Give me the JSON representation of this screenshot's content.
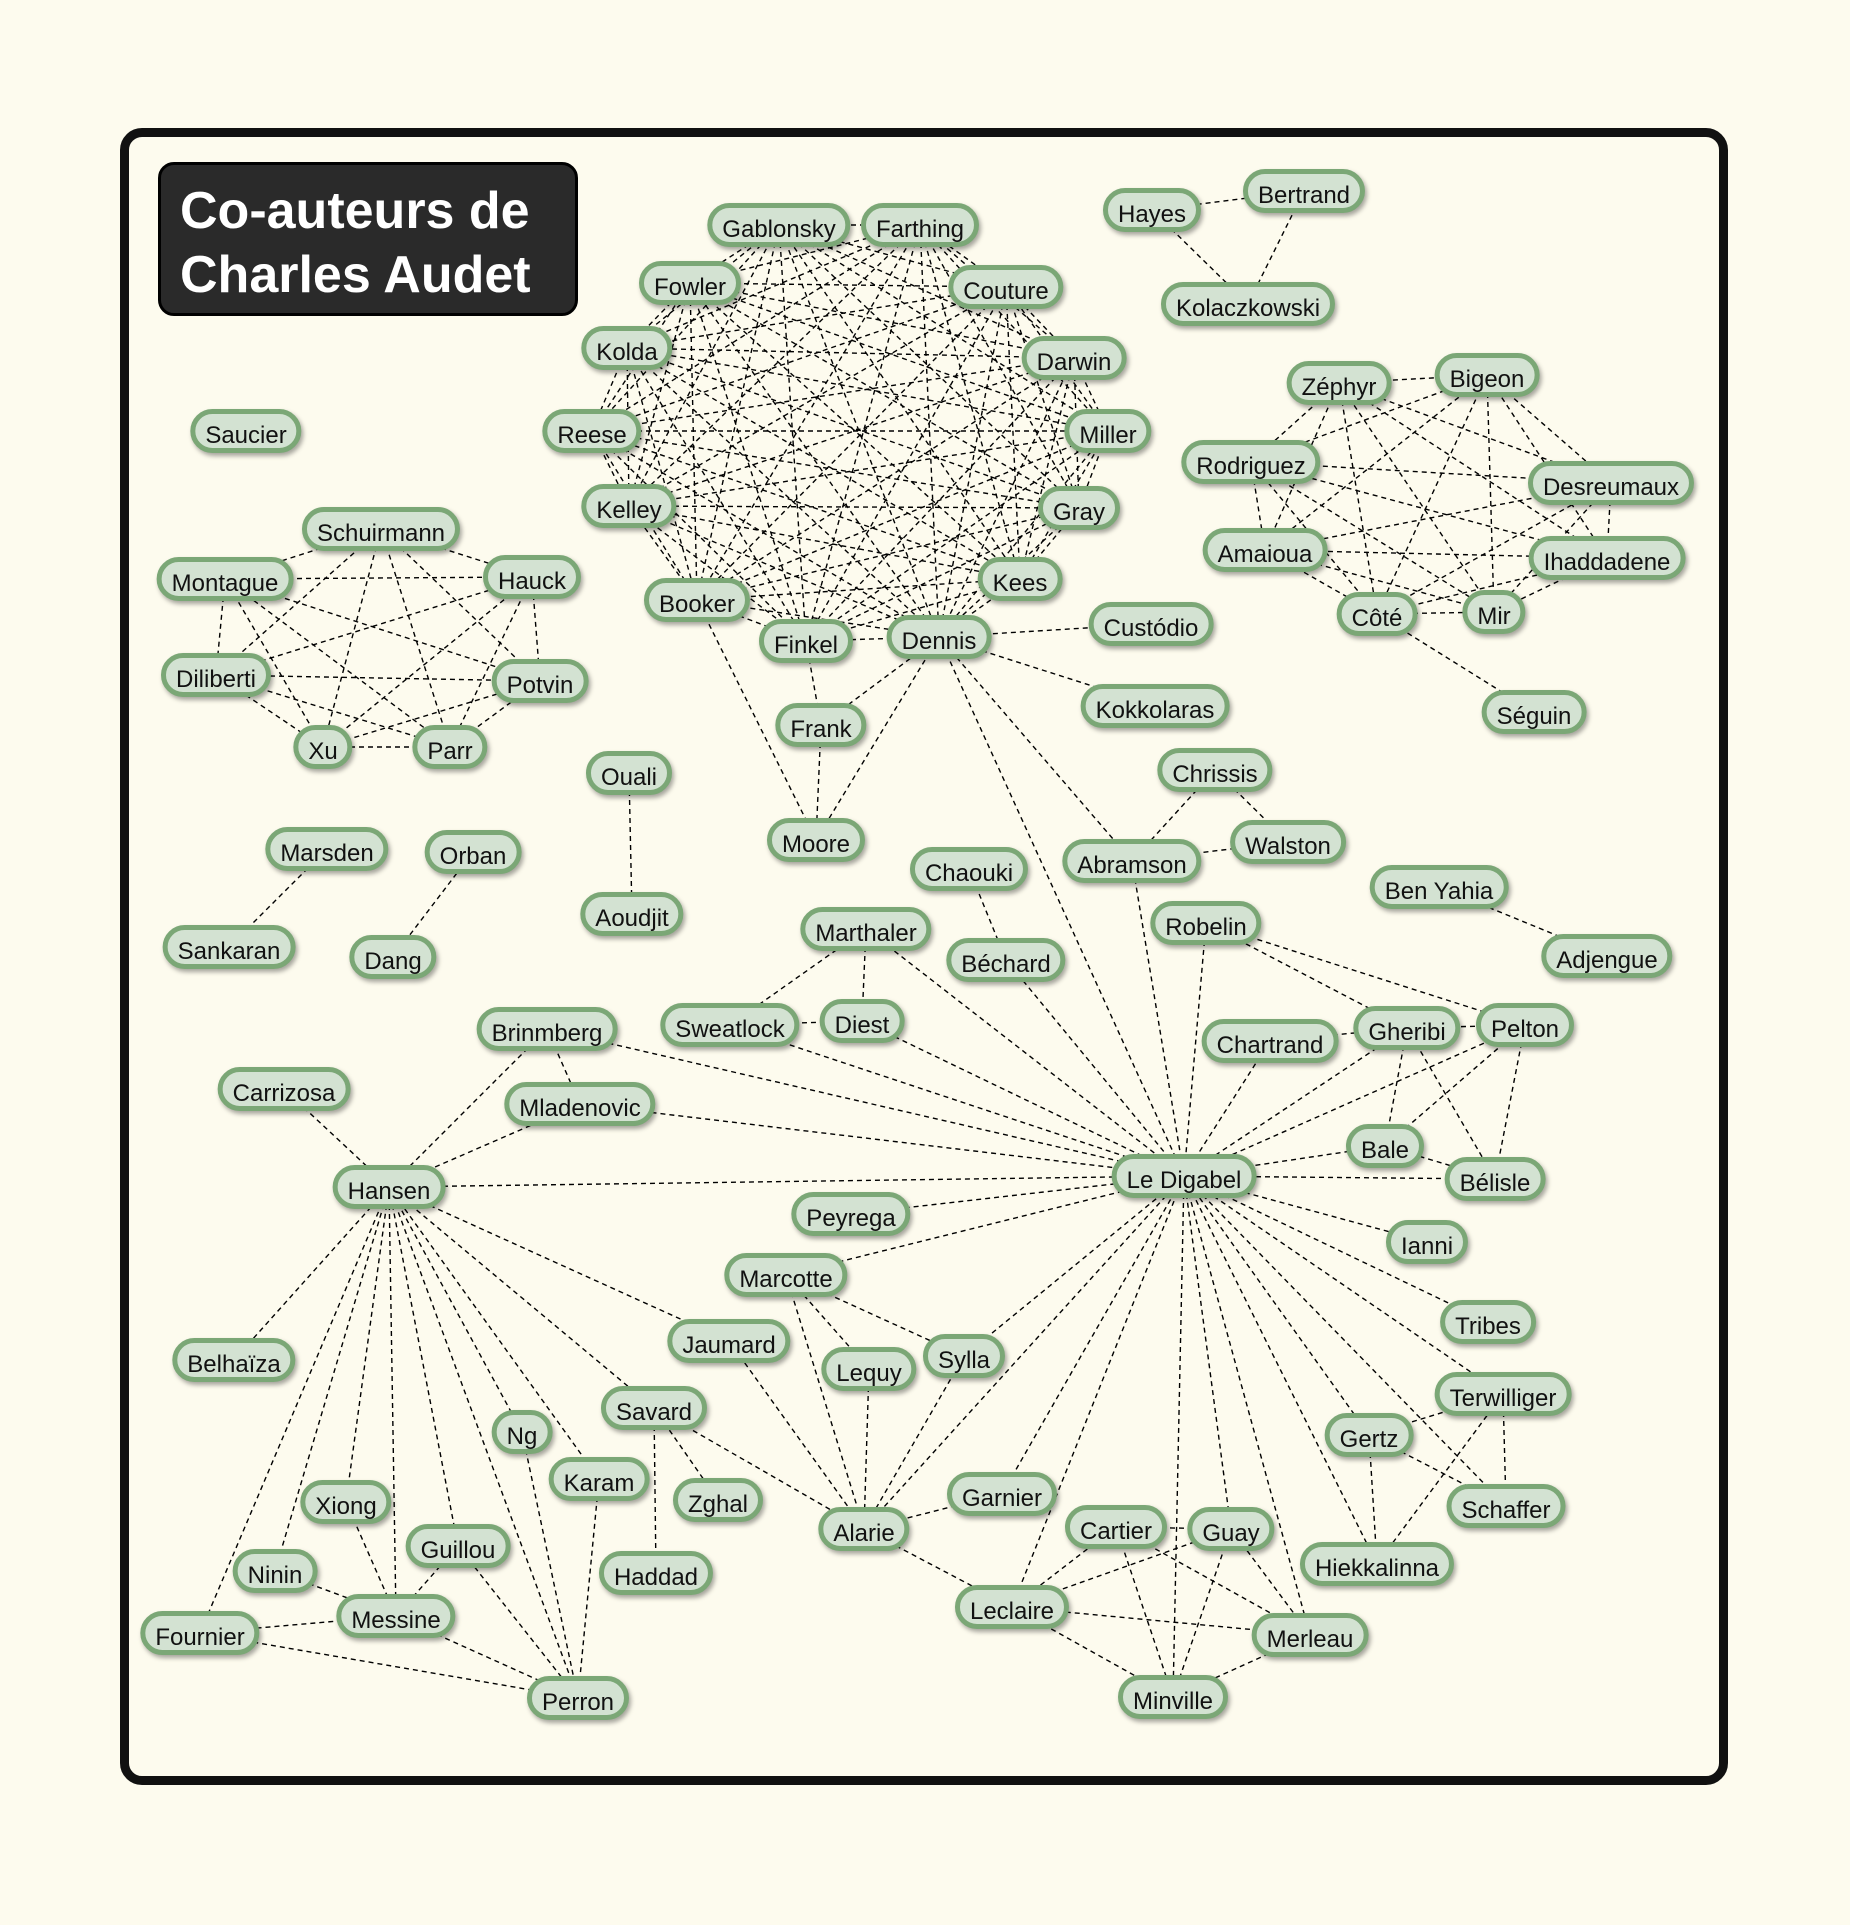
{
  "title": {
    "line1": "Co-auteurs de",
    "line2": "Charles Audet"
  },
  "colors": {
    "background": "#fdfbee",
    "node_fill": "#d3e2d2",
    "node_border": "#7ba776",
    "title_fill": "#2a2a2a",
    "edge": "#000000"
  },
  "nodes": [
    {
      "id": "gablonsky",
      "label": "Gablonsky"
    },
    {
      "id": "farthing",
      "label": "Farthing"
    },
    {
      "id": "fowler",
      "label": "Fowler"
    },
    {
      "id": "couture",
      "label": "Couture"
    },
    {
      "id": "kolda",
      "label": "Kolda"
    },
    {
      "id": "darwin",
      "label": "Darwin"
    },
    {
      "id": "reese",
      "label": "Reese"
    },
    {
      "id": "miller",
      "label": "Miller"
    },
    {
      "id": "kelley",
      "label": "Kelley"
    },
    {
      "id": "gray",
      "label": "Gray"
    },
    {
      "id": "booker",
      "label": "Booker"
    },
    {
      "id": "kees",
      "label": "Kees"
    },
    {
      "id": "finkel",
      "label": "Finkel"
    },
    {
      "id": "dennis",
      "label": "Dennis"
    },
    {
      "id": "custodio",
      "label": "Custódio"
    },
    {
      "id": "kokkolaras",
      "label": "Kokkolaras"
    },
    {
      "id": "frank",
      "label": "Frank"
    },
    {
      "id": "moore",
      "label": "Moore"
    },
    {
      "id": "hayes",
      "label": "Hayes"
    },
    {
      "id": "bertrand",
      "label": "Bertrand"
    },
    {
      "id": "kolaczkowski",
      "label": "Kolaczkowski"
    },
    {
      "id": "zephyr",
      "label": "Zéphyr"
    },
    {
      "id": "bigeon",
      "label": "Bigeon"
    },
    {
      "id": "rodriguez",
      "label": "Rodriguez"
    },
    {
      "id": "desreumaux",
      "label": "Desreumaux"
    },
    {
      "id": "amaioua",
      "label": "Amaioua"
    },
    {
      "id": "ihaddadene",
      "label": "Ihaddadene"
    },
    {
      "id": "cote",
      "label": "Côté"
    },
    {
      "id": "mir",
      "label": "Mir"
    },
    {
      "id": "seguin",
      "label": "Séguin"
    },
    {
      "id": "saucier",
      "label": "Saucier"
    },
    {
      "id": "schuirmann",
      "label": "Schuirmann"
    },
    {
      "id": "montague",
      "label": "Montague"
    },
    {
      "id": "hauck",
      "label": "Hauck"
    },
    {
      "id": "diliberti",
      "label": "Diliberti"
    },
    {
      "id": "potvin",
      "label": "Potvin"
    },
    {
      "id": "xu",
      "label": "Xu"
    },
    {
      "id": "parr",
      "label": "Parr"
    },
    {
      "id": "ouali",
      "label": "Ouali"
    },
    {
      "id": "aoudjit",
      "label": "Aoudjit"
    },
    {
      "id": "marsden",
      "label": "Marsden"
    },
    {
      "id": "sankaran",
      "label": "Sankaran"
    },
    {
      "id": "orban",
      "label": "Orban"
    },
    {
      "id": "dang",
      "label": "Dang"
    },
    {
      "id": "chrissis",
      "label": "Chrissis"
    },
    {
      "id": "walston",
      "label": "Walston"
    },
    {
      "id": "abramson",
      "label": "Abramson"
    },
    {
      "id": "chaouki",
      "label": "Chaouki"
    },
    {
      "id": "bechard",
      "label": "Béchard"
    },
    {
      "id": "benyahia",
      "label": "Ben Yahia"
    },
    {
      "id": "adjengue",
      "label": "Adjengue"
    },
    {
      "id": "robelin",
      "label": "Robelin"
    },
    {
      "id": "marthaler",
      "label": "Marthaler"
    },
    {
      "id": "sweatlock",
      "label": "Sweatlock"
    },
    {
      "id": "diest",
      "label": "Diest"
    },
    {
      "id": "brinmberg",
      "label": "Brinmberg"
    },
    {
      "id": "mladenovic",
      "label": "Mladenovic"
    },
    {
      "id": "chartrand",
      "label": "Chartrand"
    },
    {
      "id": "gheribi",
      "label": "Gheribi"
    },
    {
      "id": "pelton",
      "label": "Pelton"
    },
    {
      "id": "carrizosa",
      "label": "Carrizosa"
    },
    {
      "id": "hansen",
      "label": "Hansen"
    },
    {
      "id": "ledigabel",
      "label": "Le Digabel"
    },
    {
      "id": "bale",
      "label": "Bale"
    },
    {
      "id": "belisle",
      "label": "Bélisle"
    },
    {
      "id": "peyrega",
      "label": "Peyrega"
    },
    {
      "id": "ianni",
      "label": "Ianni"
    },
    {
      "id": "marcotte",
      "label": "Marcotte"
    },
    {
      "id": "tribes",
      "label": "Tribes"
    },
    {
      "id": "jaumard",
      "label": "Jaumard"
    },
    {
      "id": "lequy",
      "label": "Lequy"
    },
    {
      "id": "sylla",
      "label": "Sylla"
    },
    {
      "id": "belhaiza",
      "label": "Belhaïza"
    },
    {
      "id": "terwilliger",
      "label": "Terwilliger"
    },
    {
      "id": "savard",
      "label": "Savard"
    },
    {
      "id": "gertz",
      "label": "Gertz"
    },
    {
      "id": "ng",
      "label": "Ng"
    },
    {
      "id": "karam",
      "label": "Karam"
    },
    {
      "id": "zghal",
      "label": "Zghal"
    },
    {
      "id": "xiong",
      "label": "Xiong"
    },
    {
      "id": "garnier",
      "label": "Garnier"
    },
    {
      "id": "schaffer",
      "label": "Schaffer"
    },
    {
      "id": "alarie",
      "label": "Alarie"
    },
    {
      "id": "cartier",
      "label": "Cartier"
    },
    {
      "id": "guay",
      "label": "Guay"
    },
    {
      "id": "guillou",
      "label": "Guillou"
    },
    {
      "id": "hiekkalinna",
      "label": "Hiekkalinna"
    },
    {
      "id": "haddad",
      "label": "Haddad"
    },
    {
      "id": "ninin",
      "label": "Ninin"
    },
    {
      "id": "leclaire",
      "label": "Leclaire"
    },
    {
      "id": "messine",
      "label": "Messine"
    },
    {
      "id": "fournier",
      "label": "Fournier"
    },
    {
      "id": "merleau",
      "label": "Merleau"
    },
    {
      "id": "minville",
      "label": "Minville"
    },
    {
      "id": "perron",
      "label": "Perron"
    }
  ],
  "cliques": [
    [
      "gablonsky",
      "farthing",
      "fowler",
      "couture",
      "kolda",
      "darwin",
      "reese",
      "miller",
      "kelley",
      "gray",
      "booker",
      "kees",
      "finkel",
      "dennis"
    ],
    [
      "zephyr",
      "bigeon",
      "rodriguez",
      "desreumaux",
      "amaioua",
      "ihaddadene",
      "cote",
      "mir"
    ],
    [
      "schuirmann",
      "montague",
      "hauck",
      "diliberti",
      "potvin",
      "xu",
      "parr"
    ],
    [
      "leclaire",
      "cartier",
      "guay",
      "merleau",
      "minville"
    ]
  ],
  "edges": [
    [
      "hayes",
      "bertrand"
    ],
    [
      "hayes",
      "kolaczkowski"
    ],
    [
      "bertrand",
      "kolaczkowski"
    ],
    [
      "cote",
      "seguin"
    ],
    [
      "ouali",
      "aoudjit"
    ],
    [
      "marsden",
      "sankaran"
    ],
    [
      "orban",
      "dang"
    ],
    [
      "dennis",
      "custodio"
    ],
    [
      "dennis",
      "kokkolaras"
    ],
    [
      "dennis",
      "frank"
    ],
    [
      "dennis",
      "moore"
    ],
    [
      "dennis",
      "abramson"
    ],
    [
      "dennis",
      "ledigabel"
    ],
    [
      "booker",
      "moore"
    ],
    [
      "frank",
      "moore"
    ],
    [
      "finkel",
      "frank"
    ],
    [
      "chrissis",
      "abramson"
    ],
    [
      "chrissis",
      "walston"
    ],
    [
      "abramson",
      "walston"
    ],
    [
      "abramson",
      "ledigabel"
    ],
    [
      "chaouki",
      "bechard"
    ],
    [
      "bechard",
      "ledigabel"
    ],
    [
      "benyahia",
      "adjengue"
    ],
    [
      "robelin",
      "ledigabel"
    ],
    [
      "robelin",
      "gheribi"
    ],
    [
      "robelin",
      "pelton"
    ],
    [
      "marthaler",
      "sweatlock"
    ],
    [
      "marthaler",
      "diest"
    ],
    [
      "marthaler",
      "ledigabel"
    ],
    [
      "sweatlock",
      "diest"
    ],
    [
      "sweatlock",
      "ledigabel"
    ],
    [
      "diest",
      "ledigabel"
    ],
    [
      "brinmberg",
      "mladenovic"
    ],
    [
      "brinmberg",
      "hansen"
    ],
    [
      "brinmberg",
      "ledigabel"
    ],
    [
      "mladenovic",
      "hansen"
    ],
    [
      "mladenovic",
      "ledigabel"
    ],
    [
      "chartrand",
      "gheribi"
    ],
    [
      "chartrand",
      "ledigabel"
    ],
    [
      "gheribi",
      "pelton"
    ],
    [
      "gheribi",
      "ledigabel"
    ],
    [
      "gheribi",
      "bale"
    ],
    [
      "gheribi",
      "belisle"
    ],
    [
      "pelton",
      "ledigabel"
    ],
    [
      "pelton",
      "bale"
    ],
    [
      "pelton",
      "belisle"
    ],
    [
      "bale",
      "belisle"
    ],
    [
      "bale",
      "ledigabel"
    ],
    [
      "belisle",
      "ledigabel"
    ],
    [
      "carrizosa",
      "hansen"
    ],
    [
      "hansen",
      "ledigabel"
    ],
    [
      "hansen",
      "jaumard"
    ],
    [
      "hansen",
      "savard"
    ],
    [
      "hansen",
      "belhaiza"
    ],
    [
      "hansen",
      "ng"
    ],
    [
      "hansen",
      "karam"
    ],
    [
      "hansen",
      "xiong"
    ],
    [
      "hansen",
      "guillou"
    ],
    [
      "hansen",
      "ninin"
    ],
    [
      "hansen",
      "messine"
    ],
    [
      "hansen",
      "fournier"
    ],
    [
      "hansen",
      "perron"
    ],
    [
      "peyrega",
      "ledigabel"
    ],
    [
      "marcotte",
      "ledigabel"
    ],
    [
      "marcotte",
      "lequy"
    ],
    [
      "marcotte",
      "sylla"
    ],
    [
      "marcotte",
      "alarie"
    ],
    [
      "ledigabel",
      "ianni"
    ],
    [
      "ledigabel",
      "tribes"
    ],
    [
      "ledigabel",
      "terwilliger"
    ],
    [
      "ledigabel",
      "schaffer"
    ],
    [
      "ledigabel",
      "hiekkalinna"
    ],
    [
      "ledigabel",
      "gertz"
    ],
    [
      "ledigabel",
      "sylla"
    ],
    [
      "ledigabel",
      "alarie"
    ],
    [
      "ledigabel",
      "garnier"
    ],
    [
      "ledigabel",
      "leclaire"
    ],
    [
      "ledigabel",
      "guay"
    ],
    [
      "ledigabel",
      "merleau"
    ],
    [
      "ledigabel",
      "minville"
    ],
    [
      "jaumard",
      "alarie"
    ],
    [
      "lequy",
      "alarie"
    ],
    [
      "sylla",
      "alarie"
    ],
    [
      "savard",
      "alarie"
    ],
    [
      "savard",
      "haddad"
    ],
    [
      "savard",
      "zghal"
    ],
    [
      "alarie",
      "garnier"
    ],
    [
      "alarie",
      "leclaire"
    ],
    [
      "gertz",
      "terwilliger"
    ],
    [
      "gertz",
      "schaffer"
    ],
    [
      "gertz",
      "hiekkalinna"
    ],
    [
      "terwilliger",
      "schaffer"
    ],
    [
      "terwilliger",
      "hiekkalinna"
    ],
    [
      "ng",
      "perron"
    ],
    [
      "karam",
      "perron"
    ],
    [
      "xiong",
      "messine"
    ],
    [
      "guillou",
      "messine"
    ],
    [
      "guillou",
      "perron"
    ],
    [
      "ninin",
      "messine"
    ],
    [
      "messine",
      "fournier"
    ],
    [
      "messine",
      "perron"
    ],
    [
      "fournier",
      "perron"
    ]
  ]
}
